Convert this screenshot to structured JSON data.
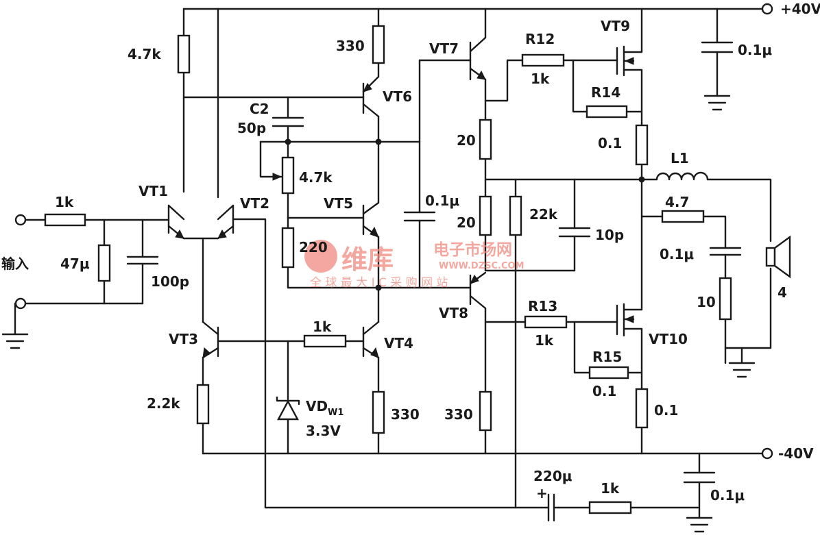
{
  "supply": {
    "positive": "+40V",
    "negative": "-40V"
  },
  "input_label": "输入",
  "labels": {
    "vt1": "VT1",
    "vt2": "VT2",
    "vt3": "VT3",
    "vt4": "VT4",
    "vt5": "VT5",
    "vt6": "VT6",
    "vt7": "VT7",
    "vt8": "VT8",
    "vt9": "VT9",
    "vt10": "VT10",
    "r_4k7_top": "4.7k",
    "r_1k_in": "1k",
    "c_47u": "47μ",
    "c_100p": "100p",
    "r_2k2": "2.2k",
    "vdw1": "VD",
    "vdw1_sub": "W1",
    "vdw1_v": "3.3V",
    "r_1k_mid": "1k",
    "r_330_vt4": "330",
    "r_330_vt6": "330",
    "c2": "C2",
    "c2_val": "50p",
    "pot_4k7": "4.7k",
    "r_220": "220",
    "c_01u_mid": "0.1μ",
    "r_20_a": "20",
    "r_20_b": "20",
    "r_22k": "22k",
    "c_10p": "10p",
    "r_330_vt8": "330",
    "r12": "R12",
    "r12_val": "1k",
    "r14": "R14",
    "r_01_vt9": "0.1",
    "l1": "L1",
    "r_4_7": "4.7",
    "c_01u_out": "0.1μ",
    "r_10": "10",
    "spk": "4",
    "r13": "R13",
    "r13_val": "1k",
    "r15": "R15",
    "r15_val": "0.1",
    "r_01_vt10": "0.1",
    "c_220u": "220μ",
    "c_220u_plus": "+",
    "r_1k_fb": "1k",
    "c_01u_top": "0.1μ",
    "c_01u_bot": "0.1μ"
  },
  "watermark": {
    "brand": "维库",
    "sub": "电子市场网",
    "url": "WWW.DZSC.COM",
    "tagline": "全 球 最 大 I C 采 购 网 站"
  }
}
